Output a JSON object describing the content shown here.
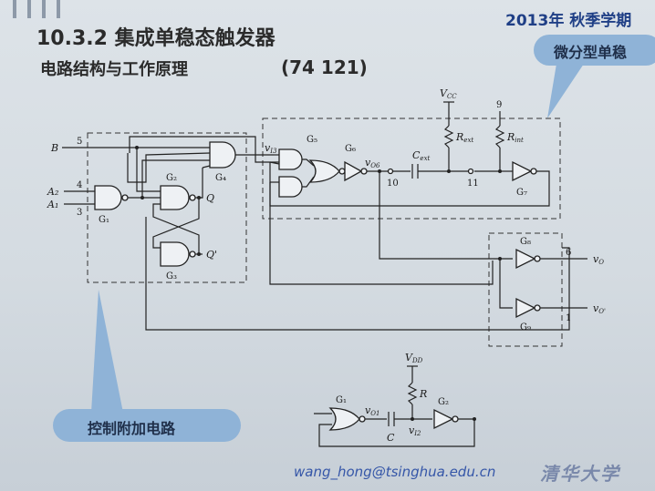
{
  "slide": {
    "title": "10.3.2 集成单稳态触发器",
    "subtitle": "电路结构与工作原理",
    "chip": "(74 121)",
    "semester": "2013年   秋季学期",
    "callout_top": "微分型单稳",
    "callout_bottom": "控制附加电路",
    "email": "wang_hong@tsinghua.edu.cn",
    "logo": "清华大学"
  },
  "diagram": {
    "inputs": {
      "b": "B",
      "a2": "A₂",
      "a1": "A₁"
    },
    "pins": {
      "p5": "5",
      "p4": "4",
      "p3": "3",
      "p9": "9",
      "p10": "10",
      "p11": "11",
      "p6": "6",
      "p1": "1"
    },
    "gates": {
      "g1": "G₁",
      "g2": "G₂",
      "g3": "G₃",
      "g4": "G₄",
      "g5": "G₅",
      "g6": "G₆",
      "g7": "G₇",
      "g8": "G₈",
      "g9": "G₉"
    },
    "outputs": {
      "q": "Q",
      "qn": "Q'",
      "vo": "v",
      "vo_sub": "O",
      "vo_n": "v",
      "vo_n_sub": "O'"
    },
    "nodes": {
      "vi3": "v",
      "vi3_sub": "I3",
      "vo6": "v",
      "vo6_sub": "O6"
    },
    "power": {
      "vcc": "V",
      "vcc_sub": "CC",
      "rext": "R",
      "rext_sub": "ext",
      "rint": "R",
      "rint_sub": "int",
      "cext": "C",
      "cext_sub": "ext"
    },
    "inset": {
      "vdd": "V",
      "vdd_sub": "DD",
      "r": "R",
      "c": "C",
      "g1": "G₁",
      "g2": "G₂",
      "vo1": "v",
      "vo1_sub": "O1",
      "vi2": "v",
      "vi2_sub": "I2"
    }
  }
}
